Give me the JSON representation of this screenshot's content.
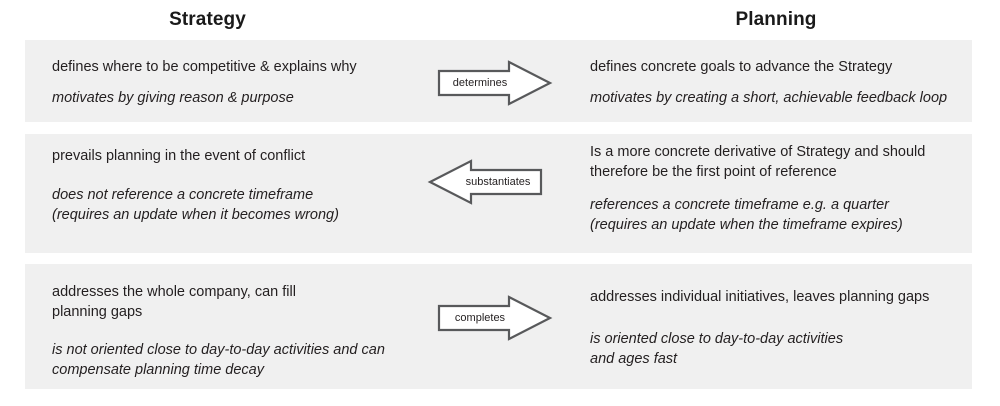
{
  "headers": {
    "left": "Strategy",
    "right": "Planning"
  },
  "colors": {
    "band_background": "#f0f0f0",
    "page_background": "#ffffff",
    "text": "#231f20",
    "arrow_stroke": "#58595b",
    "arrow_fill": "#ffffff"
  },
  "rows": [
    {
      "left": {
        "plain": "defines where to be competitive & explains why",
        "italic": "motivates by giving reason & purpose"
      },
      "arrow": {
        "label": "determines",
        "direction": "right"
      },
      "right": {
        "plain": "defines concrete goals to advance the Strategy",
        "italic": "motivates by creating a short, achievable feedback loop"
      }
    },
    {
      "left": {
        "plain": "prevails planning in the event of conflict",
        "italic": "does not reference a concrete timeframe\n(requires an update when it becomes wrong)"
      },
      "arrow": {
        "label": "substantiates",
        "direction": "left"
      },
      "right": {
        "plain": "Is a more concrete derivative of Strategy and should\ntherefore be the first point of reference",
        "italic": "references a concrete timeframe e.g. a quarter\n(requires an update when the timeframe expires)"
      }
    },
    {
      "left": {
        "plain": "addresses the whole company, can fill\nplanning gaps",
        "italic": "is not oriented close to day-to-day activities and can\ncompensate planning time decay"
      },
      "arrow": {
        "label": "completes",
        "direction": "right"
      },
      "right": {
        "plain": "addresses individual initiatives, leaves planning gaps",
        "italic": "is oriented close to day-to-day activities\nand ages fast"
      }
    }
  ]
}
